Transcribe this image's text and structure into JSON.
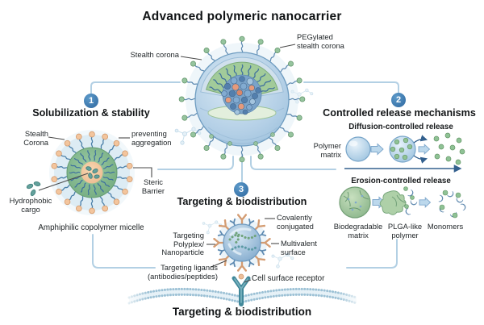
{
  "title": "Advanced polymeric nanocarrier",
  "center_particle": {
    "label_left": "Stealth corona",
    "label_right": "PEGylated\nstealth corona"
  },
  "sections": {
    "solubilization": {
      "badge": "1",
      "heading": "Solubilization & stability",
      "labels": {
        "stealth_corona": "Stealth\nCorona",
        "preventing_aggregation": "preventing\naggregation",
        "steric_barrier": "Steric\nBarrier",
        "hydrophobic_cargo": "Hydrophobic\ncargo"
      },
      "caption": "Amphiphilic copolymer micelle"
    },
    "controlled_release": {
      "badge": "2",
      "heading": "Controlled release mechanisms",
      "diffusion": {
        "heading": "Diffusion-controlled release",
        "polymer_matrix": "Polymer\nmatrix"
      },
      "erosion": {
        "heading": "Erosion-controlled release",
        "matrix": "Biodegradable\nmatrix",
        "polymer": "PLGA-like\npolymer",
        "monomers": "Monomers"
      }
    },
    "targeting": {
      "badge": "3",
      "heading": "Targeting & biodistribution",
      "labels": {
        "covalently_conjugated": "Covalently\nconjugated",
        "targeting_polyplex": "Targeting\nPolyplex/\nNanoparticle",
        "multivalent_surface": "Multivalent\nsurface",
        "targeting_ligands": "Targeting ligands\n(antibodies/peptides)",
        "cell_surface_receptor": "Cell surface receptor"
      },
      "caption": "Targeting & biodistribution"
    }
  },
  "colors": {
    "badge_blue": "#3e79ae",
    "connector_blue": "#b3d0e4",
    "sphere_blue": "#a9c9e2",
    "polymer_green": "#8db88c",
    "cargo_salmon": "#e59a7c",
    "peg_tip_green": "#96c49e",
    "micelle_tip_peach": "#f3c59d",
    "receptor_teal": "#41889a"
  }
}
